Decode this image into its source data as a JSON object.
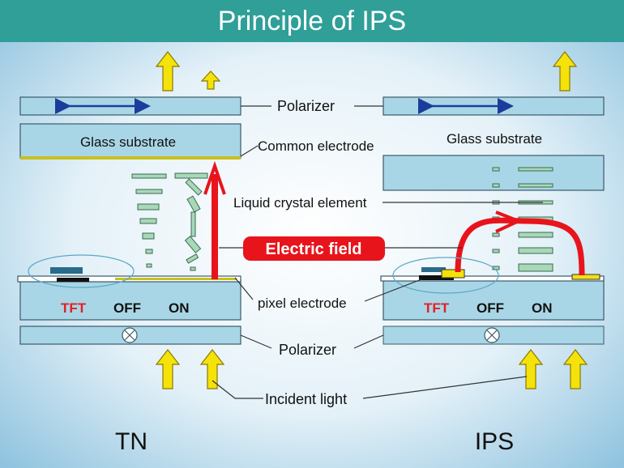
{
  "title": "Principle of IPS",
  "labels": {
    "polarizer_top": "Polarizer",
    "common_electrode": "Common electrode",
    "liquid_crystal": "Liquid crystal element",
    "electric_field": "Electric field",
    "pixel_electrode": "pixel electrode",
    "polarizer_bottom": "Polarizer",
    "incident_light": "Incident light"
  },
  "tn": {
    "name": "TN",
    "glass": "Glass substrate",
    "tft": "TFT",
    "off": "OFF",
    "on": "ON"
  },
  "ips": {
    "name": "IPS",
    "glass": "Glass substrate",
    "tft": "TFT",
    "off": "OFF",
    "on": "ON"
  },
  "colors": {
    "title_bar": "#2f9f98",
    "panel": "#a9d6e6",
    "light_arrow": "#f5e20a",
    "field": "#e8141c",
    "pol_arrow": "#1c3c9c",
    "tft_text": "#e0202a"
  }
}
